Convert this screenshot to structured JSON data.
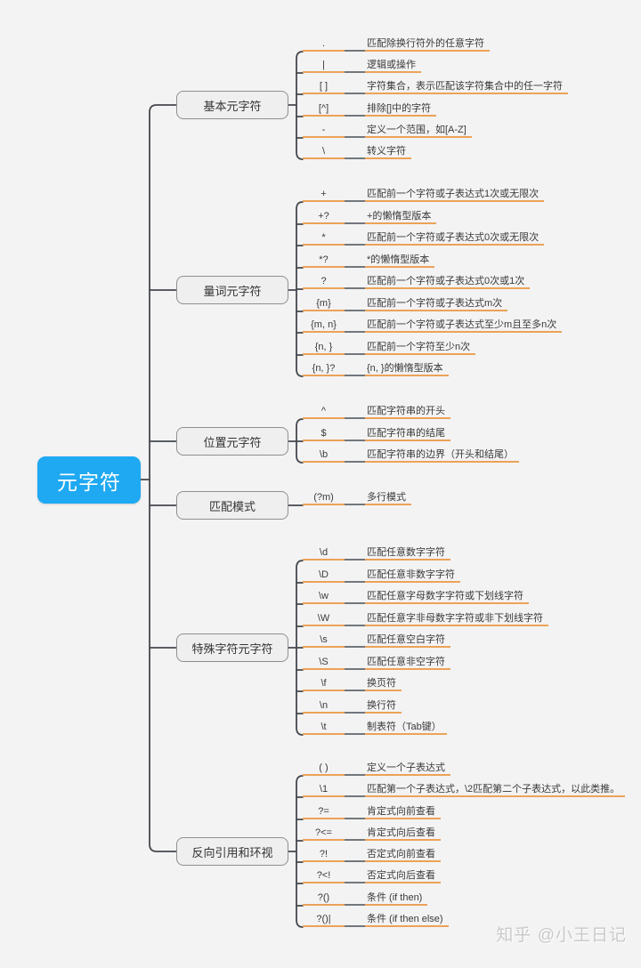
{
  "root": {
    "label": "元字符"
  },
  "branches": [
    {
      "label": "基本元字符",
      "leaves": [
        {
          "symbol": ".",
          "desc": "匹配除换行符外的任意字符"
        },
        {
          "symbol": "|",
          "desc": "逻辑或操作"
        },
        {
          "symbol": "[ ]",
          "desc": "字符集合，表示匹配该字符集合中的任一字符"
        },
        {
          "symbol": "[^]",
          "desc": "排除[]中的字符"
        },
        {
          "symbol": "-",
          "desc": "定义一个范围，如[A-Z]"
        },
        {
          "symbol": "\\",
          "desc": "转义字符"
        }
      ]
    },
    {
      "label": "量词元字符",
      "leaves": [
        {
          "symbol": "+",
          "desc": "匹配前一个字符或子表达式1次或无限次"
        },
        {
          "symbol": "+?",
          "desc": "+的懒惰型版本"
        },
        {
          "symbol": "*",
          "desc": "匹配前一个字符或子表达式0次或无限次"
        },
        {
          "symbol": "*?",
          "desc": "*的懒惰型版本"
        },
        {
          "symbol": "?",
          "desc": "匹配前一个字符或子表达式0次或1次"
        },
        {
          "symbol": "{m}",
          "desc": "匹配前一个字符或子表达式m次"
        },
        {
          "symbol": "{m, n}",
          "desc": "匹配前一个字符或子表达式至少m且至多n次"
        },
        {
          "symbol": "{n, }",
          "desc": "匹配前一个字符至少n次"
        },
        {
          "symbol": "{n, }?",
          "desc": "{n, }的懒惰型版本"
        }
      ]
    },
    {
      "label": "位置元字符",
      "leaves": [
        {
          "symbol": "^",
          "desc": "匹配字符串的开头"
        },
        {
          "symbol": "$",
          "desc": "匹配字符串的结尾"
        },
        {
          "symbol": "\\b",
          "desc": "匹配字符串的边界（开头和结尾）"
        }
      ]
    },
    {
      "label": "匹配模式",
      "leaves": [
        {
          "symbol": "(?m)",
          "desc": "多行模式"
        }
      ]
    },
    {
      "label": "特殊字符元字符",
      "leaves": [
        {
          "symbol": "\\d",
          "desc": "匹配任意数字字符"
        },
        {
          "symbol": "\\D",
          "desc": "匹配任意非数字字符"
        },
        {
          "symbol": "\\w",
          "desc": "匹配任意字母数字字符或下划线字符"
        },
        {
          "symbol": "\\W",
          "desc": "匹配任意字非母数字字符或非下划线字符"
        },
        {
          "symbol": "\\s",
          "desc": "匹配任意空白字符"
        },
        {
          "symbol": "\\S",
          "desc": "匹配任意非空字符"
        },
        {
          "symbol": "\\f",
          "desc": "换页符"
        },
        {
          "symbol": "\\n",
          "desc": "换行符"
        },
        {
          "symbol": "\\t",
          "desc": "制表符（Tab键）"
        }
      ]
    },
    {
      "label": "反向引用和环视",
      "leaves": [
        {
          "symbol": "( )",
          "desc": "定义一个子表达式"
        },
        {
          "symbol": "\\1",
          "desc": "匹配第一个子表达式，\\2匹配第二个子表达式，以此类推。"
        },
        {
          "symbol": "?=",
          "desc": "肯定式向前查看"
        },
        {
          "symbol": "?<=",
          "desc": "肯定式向后查看"
        },
        {
          "symbol": "?!",
          "desc": "否定式向前查看"
        },
        {
          "symbol": "?<!",
          "desc": "否定式向后查看"
        },
        {
          "symbol": "?()",
          "desc": "条件 (if then)"
        },
        {
          "symbol": "?()|",
          "desc": "条件 (if then else)"
        }
      ]
    }
  ],
  "watermark": "知乎 @小王日记",
  "colors": {
    "root_fill": "#1fa9f2",
    "root_text": "#ffffff",
    "branch_fill": "#efefef",
    "branch_border": "#8f8f8f",
    "leaf_underline": "#eca258",
    "leaf_connector": "#73777c",
    "tree_line": "#45484d",
    "background": "#f3f3f3",
    "watermark_text": "#c9c9c9"
  }
}
